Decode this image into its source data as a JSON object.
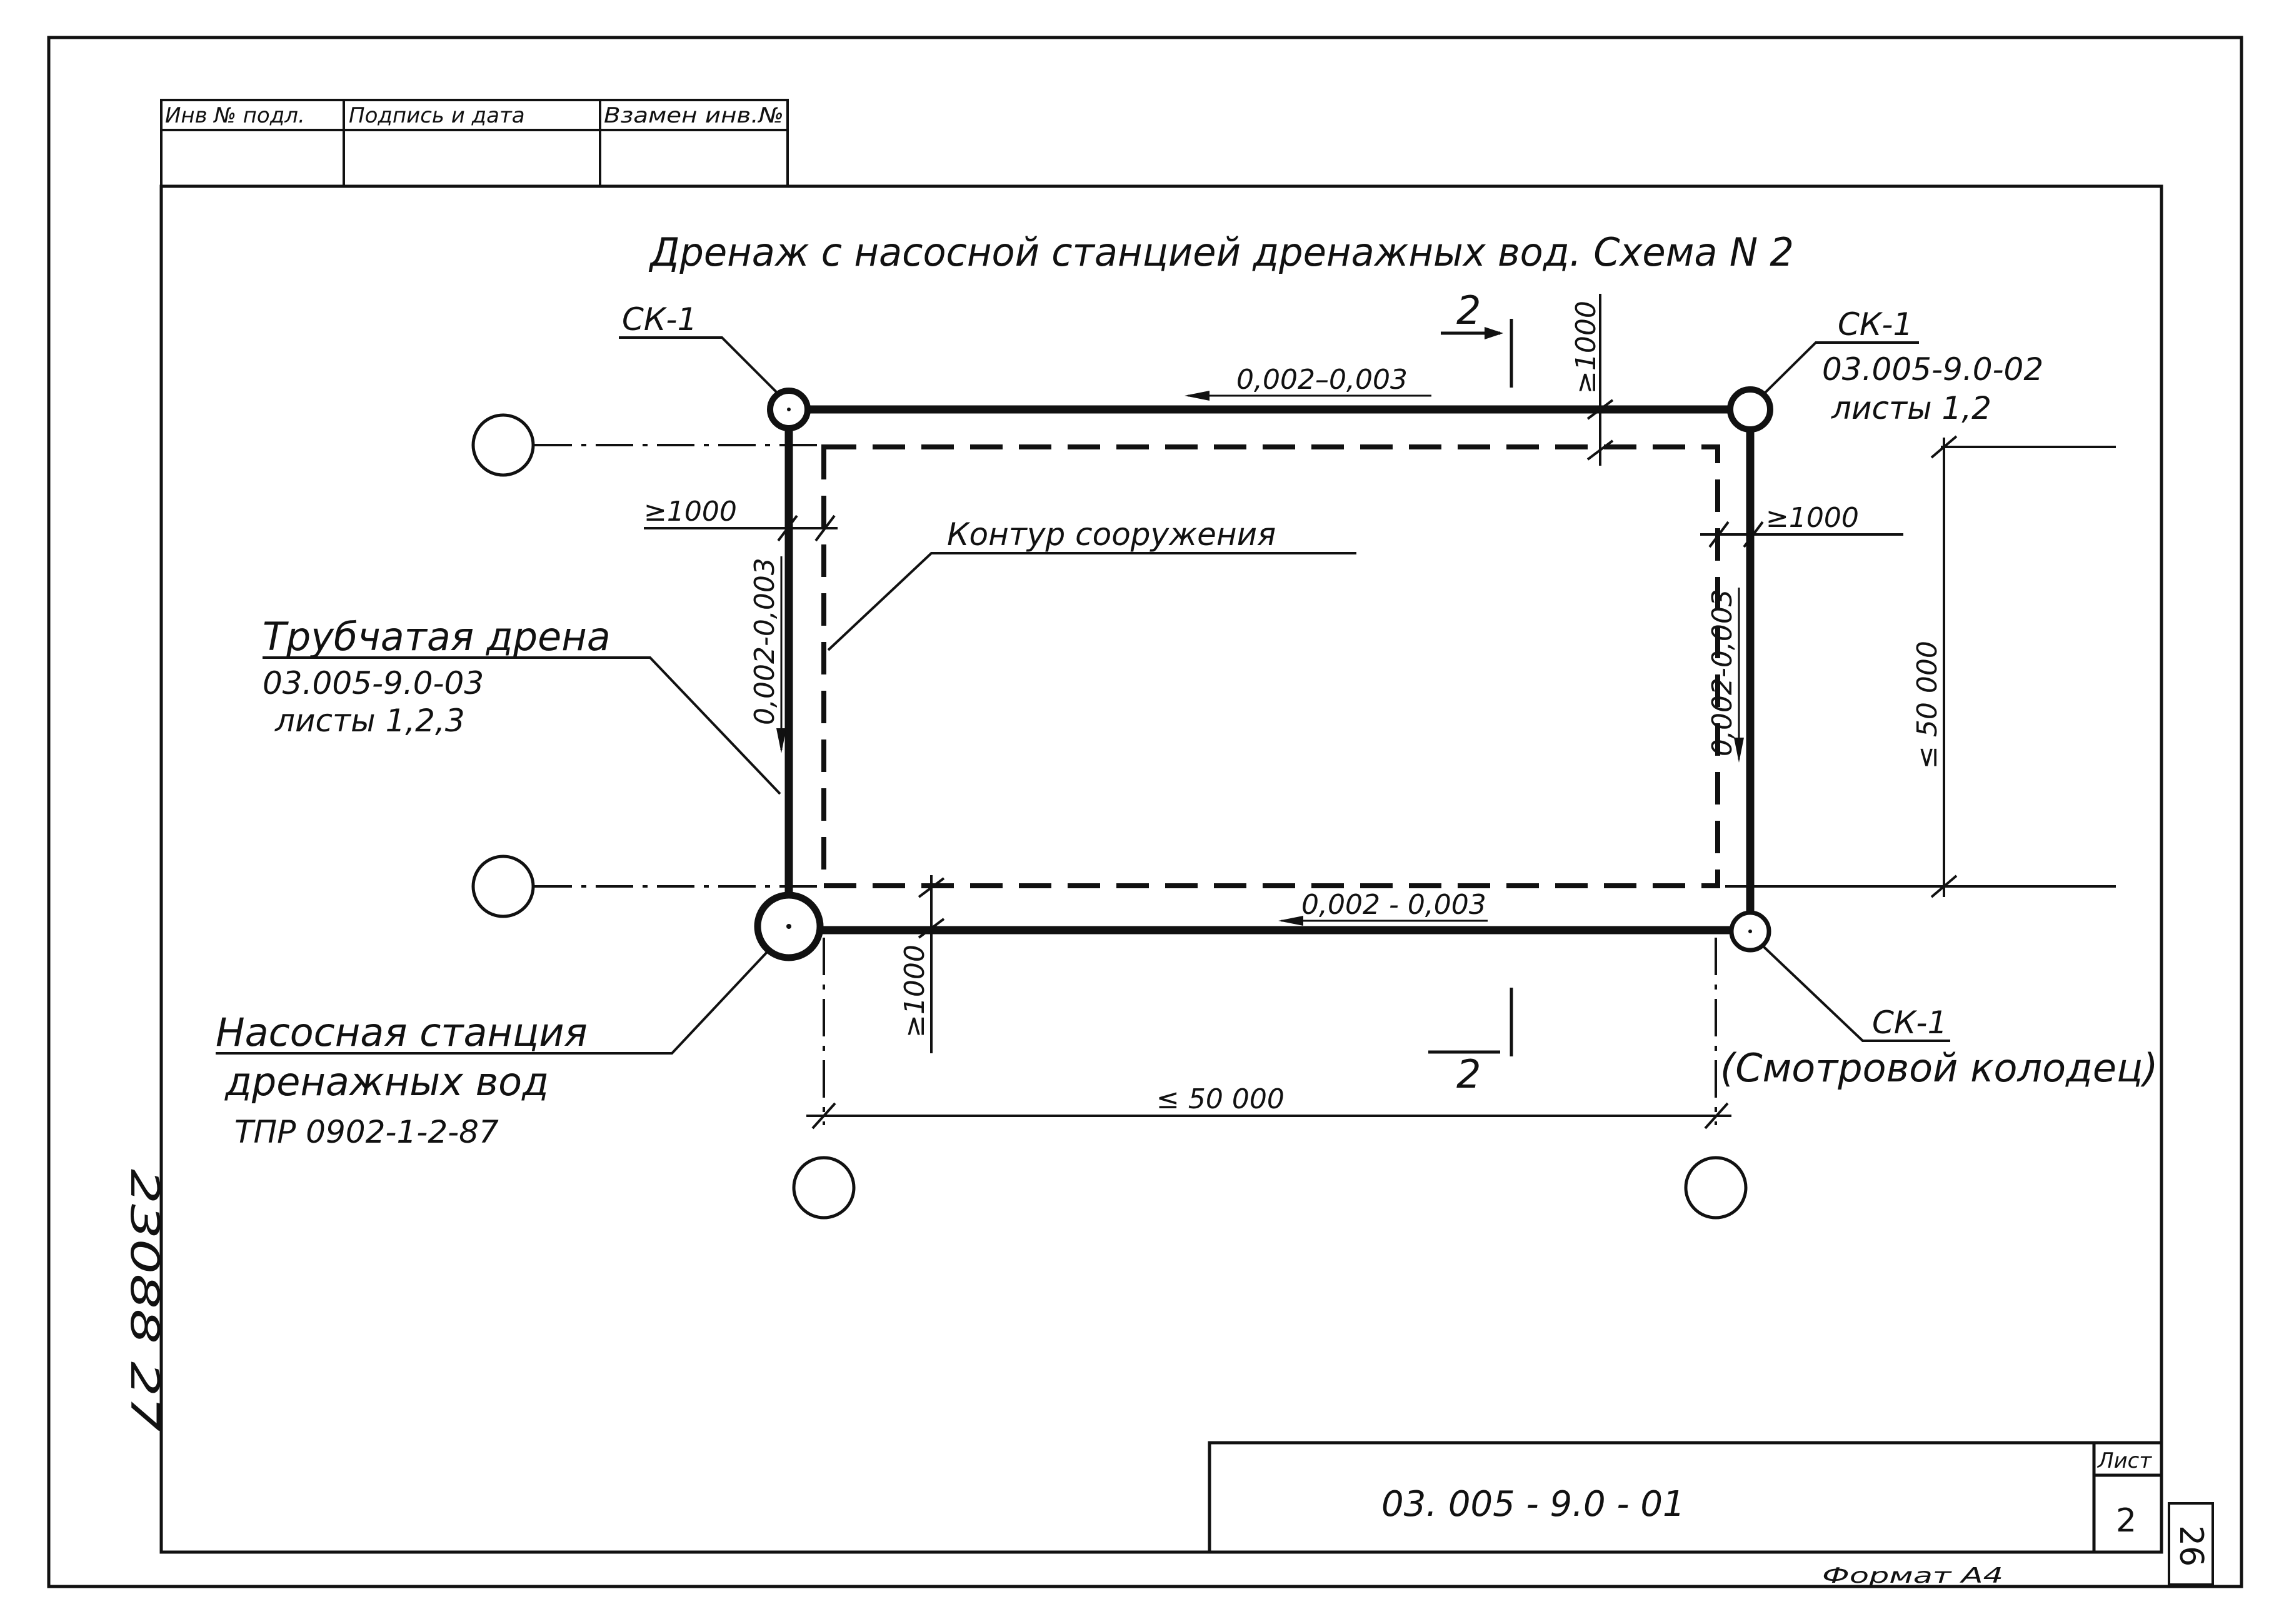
{
  "stamp_header": {
    "inv_podl": "Инв № подл.",
    "podpis_data": "Подпись и дата",
    "vzamen_inv": "Взамен инв.№"
  },
  "title": "Дренаж с насосной станцией дренажных вод. Схема N 2",
  "labels": {
    "ck1_top_left": "СК-1",
    "ck1_top_right": "СК-1",
    "ck1_top_right_doc": "03.005-9.0-02",
    "ck1_top_right_sheets": "листы 1,2",
    "contour": "Контур сооружения",
    "drain_title": "Трубчатая дрена",
    "drain_doc": "03.005-9.0-03",
    "drain_sheets": "листы 1,2,3",
    "pump_line1": "Насосная станция",
    "pump_line2": "дренажных вод",
    "pump_line3": "ТПР 0902-1-2-87",
    "ck1_bottom_right": "СК-1",
    "ck1_bottom_right_desc": "(Смотровой колодец)"
  },
  "slopes": {
    "top": "0,002–0,003",
    "left": "0,002-0,003",
    "right": "0,002-0,003",
    "bottom": "0,002 - 0,003"
  },
  "dimensions": {
    "top_offset": "≥1000",
    "left_offset": "≥1000",
    "right_offset": "≥1000",
    "bottom_offset": "≥1000",
    "width": "≤ 50 000",
    "height": "≤ 50 000"
  },
  "section_marks": {
    "top": "2",
    "bottom": "2"
  },
  "side_number": "23088 27",
  "title_block": {
    "doc_code": "03. 005 - 9.0 - 01",
    "sheet_label": "Лист",
    "sheet_number": "2"
  },
  "page_number": "26",
  "format": "Формат А4"
}
